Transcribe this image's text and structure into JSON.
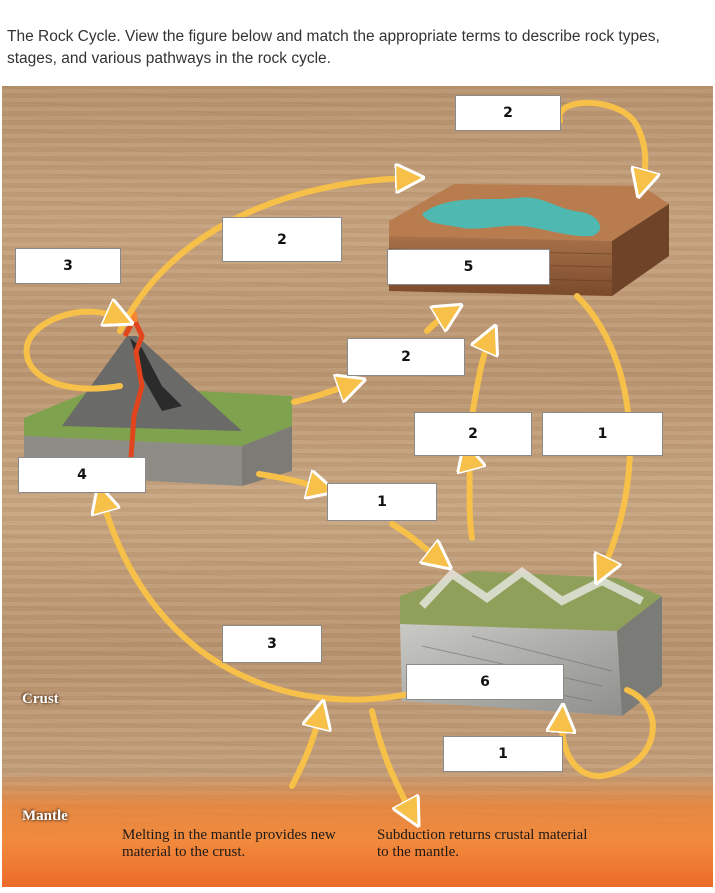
{
  "question": {
    "prompt": "The Rock Cycle. View the figure below and match the appropriate terms to describe rock types, stages, and various pathways in the rock cycle."
  },
  "figure": {
    "layers": {
      "crust": "Crust",
      "mantle": "Mantle"
    },
    "captions": {
      "melting": "Melting in the mantle provides new material to the crust.",
      "subduction": "Subduction returns crustal material to the mantle."
    }
  },
  "answer_boxes": [
    {
      "id": "box-top-loop",
      "value": "2"
    },
    {
      "id": "box-arc-top",
      "value": "2"
    },
    {
      "id": "box-volcano-loop",
      "value": "3"
    },
    {
      "id": "box-sedimentary-rock",
      "value": "5"
    },
    {
      "id": "box-volcano-to-sediment",
      "value": "2"
    },
    {
      "id": "box-metamorphic-to-sediment",
      "value": "2"
    },
    {
      "id": "box-right-arc",
      "value": "1"
    },
    {
      "id": "box-igneous-rock",
      "value": "4"
    },
    {
      "id": "box-volcano-to-metamorphic",
      "value": "1"
    },
    {
      "id": "box-bottom-arc",
      "value": "3"
    },
    {
      "id": "box-metamorphic-rock",
      "value": "6"
    },
    {
      "id": "box-metamorphic-loop",
      "value": "1"
    }
  ],
  "colors": {
    "arrow_fill": "#f7c048",
    "arrow_stroke": "#ffffff",
    "water": "#4fb8b0",
    "lava": "#e2451c"
  }
}
